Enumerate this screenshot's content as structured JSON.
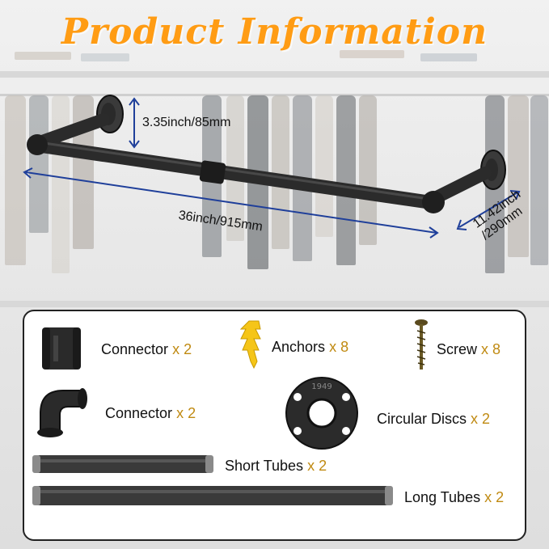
{
  "title": "Product Information",
  "dimensions": {
    "height": "3.35inch/85mm",
    "length": "36inch/915mm",
    "depth_line1": "11.42inch",
    "depth_line2": "/290mm"
  },
  "parts": [
    {
      "name": "Connector",
      "qty": "x 2",
      "icon": "straight-coupling-icon"
    },
    {
      "name": "Anchors",
      "qty": "x 8",
      "icon": "wall-anchor-icon"
    },
    {
      "name": "Screw",
      "qty": "x 8",
      "icon": "screw-icon"
    },
    {
      "name": "Connector",
      "qty": "x 2",
      "icon": "elbow-connector-icon"
    },
    {
      "name": "Circular Discs",
      "qty": "x 2",
      "icon": "floor-flange-icon"
    },
    {
      "name": "Short Tubes",
      "qty": "x 2",
      "icon": "short-pipe-icon"
    },
    {
      "name": "Long Tubes",
      "qty": "x 2",
      "icon": "long-pipe-icon"
    }
  ],
  "flange_marking": "1949",
  "colors": {
    "title": "#ff9c14",
    "quantity": "#c08a12",
    "dimension_arrow": "#1f3f9a",
    "pipe": "#2b2b2b",
    "anchor": "#f5c518"
  }
}
